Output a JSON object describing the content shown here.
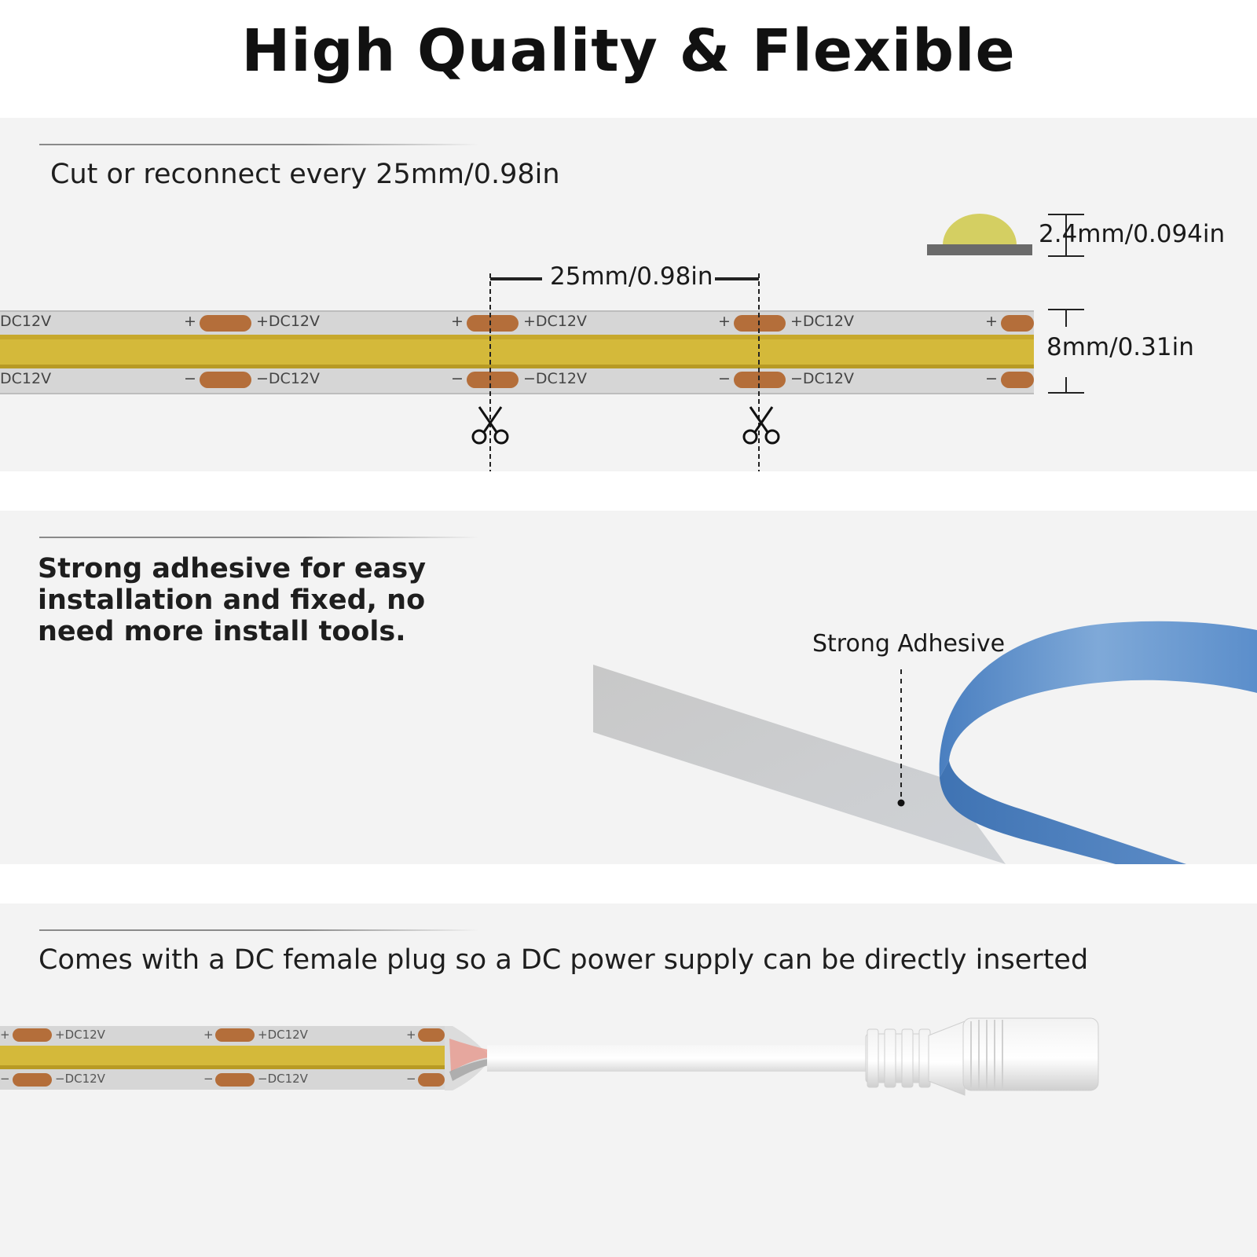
{
  "title": "High Quality & Flexible",
  "section1": {
    "heading": "Cut or reconnect every 25mm/0.98in",
    "segment_length": "25mm/0.98in",
    "height_label": "2.4mm/0.094in",
    "width_label": "8mm/0.31in",
    "pad_label_positive": "+DC12V",
    "pad_label_negative": "−DC12V",
    "edge_label_top": "DC12V",
    "edge_label_bottom": "DC12V",
    "plus": "+",
    "minus": "−"
  },
  "section2": {
    "heading": "Strong adhesive for easy installation and fixed, no need more install tools.",
    "callout": "Strong Adhesive"
  },
  "section3": {
    "heading": "Comes with a DC female plug so a DC power supply can be directly inserted",
    "pad_label_positive": "+DC12V",
    "pad_label_negative": "−DC12V",
    "plus": "+",
    "minus": "−"
  },
  "colors": {
    "strip_yellow": "#d4b93a",
    "strip_gray": "#d2d2d2",
    "copper_pad": "#b46e3a",
    "adhesive_blue": "#5a8cc8"
  }
}
